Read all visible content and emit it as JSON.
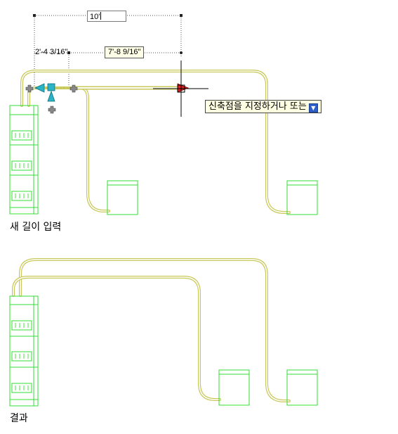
{
  "top_view": {
    "length_input": "10'",
    "dim_left": "2'-4 3/16\"",
    "dim_right": "7'-8 9/16\"",
    "tooltip": "신축점을 지정하거나 또는",
    "tooltip_icon": "down-arrow-icon",
    "caption": "새 길이 입력"
  },
  "bottom_view": {
    "caption": "결과"
  },
  "colors": {
    "conduit": "#c9c85a",
    "equipment": "#33dd33",
    "grip": "#2ab4c6",
    "stretch_arrow": "#e02020"
  }
}
